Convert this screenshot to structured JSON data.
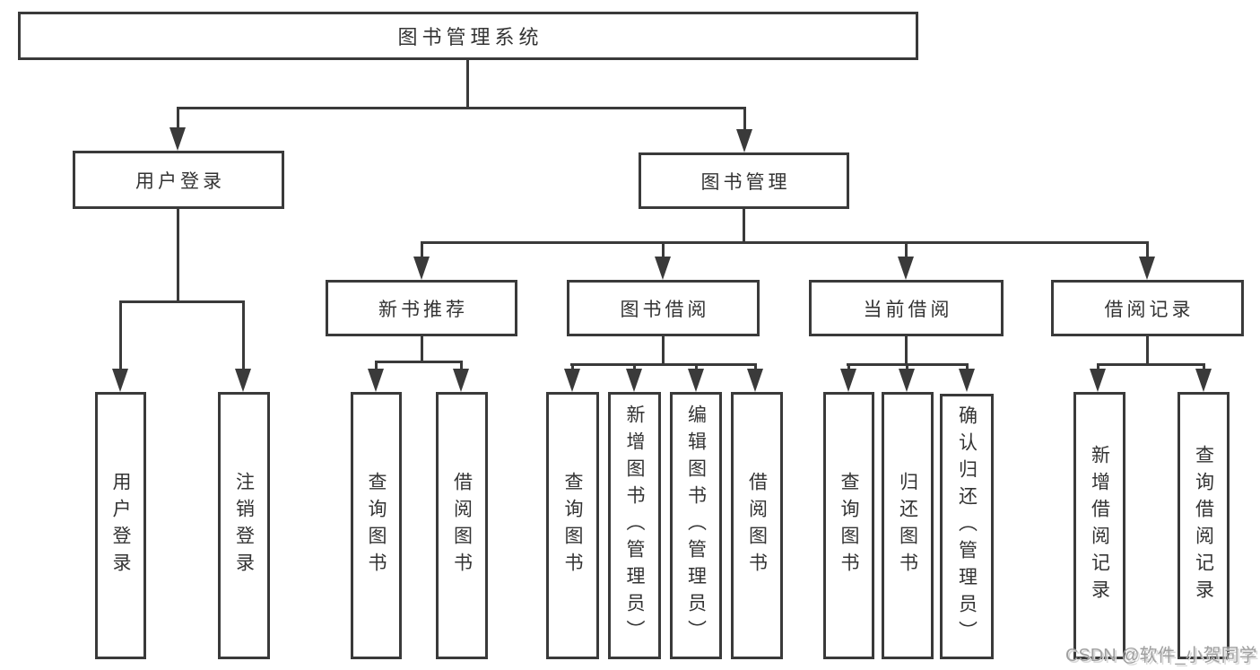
{
  "diagram": {
    "title": "图书管理系统",
    "level2": [
      {
        "label": "用户登录"
      },
      {
        "label": "图书管理"
      }
    ],
    "level3": [
      {
        "label": "新书推荐"
      },
      {
        "label": "图书借阅"
      },
      {
        "label": "当前借阅"
      },
      {
        "label": "借阅记录"
      }
    ],
    "leaves": [
      {
        "label": "用户登录"
      },
      {
        "label": "注销登录"
      },
      {
        "label": "查询图书"
      },
      {
        "label": "借阅图书"
      },
      {
        "label": "查询图书"
      },
      {
        "label": "新增图书（管理员）"
      },
      {
        "label": "编辑图书（管理员）"
      },
      {
        "label": "借阅图书"
      },
      {
        "label": "查询图书"
      },
      {
        "label": "归还图书"
      },
      {
        "label": "确认归还（管理员）"
      },
      {
        "label": "新增借阅记录"
      },
      {
        "label": "查询借阅记录"
      }
    ]
  },
  "watermark": {
    "text": "CSDN @软件_小贺同学"
  },
  "colors": {
    "line": "#3a3a3a",
    "text": "#333333",
    "background": "#ffffff",
    "watermark": "#9f9f9f"
  }
}
